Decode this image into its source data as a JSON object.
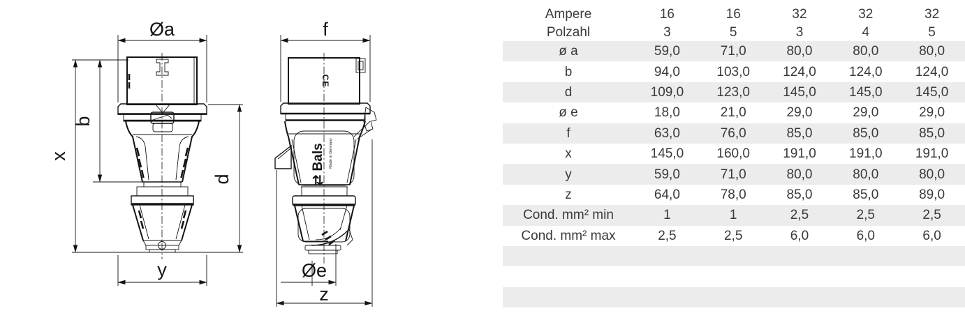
{
  "drawing": {
    "dim_labels": {
      "a": "Øa",
      "b": "b",
      "x": "x",
      "d": "d",
      "y": "y",
      "f": "f",
      "e": "Øe",
      "z": "z"
    },
    "brand": {
      "logo": "⇄ Bals",
      "origin": "Made in Germany",
      "ce": "CE"
    }
  },
  "table": {
    "header_rows": [
      {
        "label": "Ampere",
        "values": [
          "16",
          "16",
          "32",
          "32",
          "32"
        ]
      },
      {
        "label": "Polzahl",
        "values": [
          "3",
          "5",
          "3",
          "4",
          "5"
        ]
      }
    ],
    "rows": [
      {
        "label": "ø a",
        "values": [
          "59,0",
          "71,0",
          "80,0",
          "80,0",
          "80,0"
        ],
        "shaded": true
      },
      {
        "label": "b",
        "values": [
          "94,0",
          "103,0",
          "124,0",
          "124,0",
          "124,0"
        ],
        "shaded": false
      },
      {
        "label": "d",
        "values": [
          "109,0",
          "123,0",
          "145,0",
          "145,0",
          "145,0"
        ],
        "shaded": true
      },
      {
        "label": "ø e",
        "values": [
          "18,0",
          "21,0",
          "29,0",
          "29,0",
          "29,0"
        ],
        "shaded": false
      },
      {
        "label": "f",
        "values": [
          "63,0",
          "76,0",
          "85,0",
          "85,0",
          "85,0"
        ],
        "shaded": true
      },
      {
        "label": "x",
        "values": [
          "145,0",
          "160,0",
          "191,0",
          "191,0",
          "191,0"
        ],
        "shaded": false
      },
      {
        "label": "y",
        "values": [
          "59,0",
          "71,0",
          "80,0",
          "80,0",
          "80,0"
        ],
        "shaded": true
      },
      {
        "label": "z",
        "values": [
          "64,0",
          "78,0",
          "85,0",
          "85,0",
          "89,0"
        ],
        "shaded": false
      },
      {
        "label": "Cond. mm² min",
        "values": [
          "1",
          "1",
          "2,5",
          "2,5",
          "2,5"
        ],
        "shaded": true
      },
      {
        "label": "Cond. mm² max",
        "values": [
          "2,5",
          "2,5",
          "6,0",
          "6,0",
          "6,0"
        ],
        "shaded": false
      },
      {
        "label": "",
        "values": [
          "",
          "",
          "",
          "",
          ""
        ],
        "shaded": true
      },
      {
        "label": "",
        "values": [
          "",
          "",
          "",
          "",
          ""
        ],
        "shaded": false
      },
      {
        "label": "",
        "values": [
          "",
          "",
          "",
          "",
          ""
        ],
        "shaded": true
      }
    ],
    "colors": {
      "stripe": "#ececec",
      "text": "#3a3a3a"
    }
  }
}
